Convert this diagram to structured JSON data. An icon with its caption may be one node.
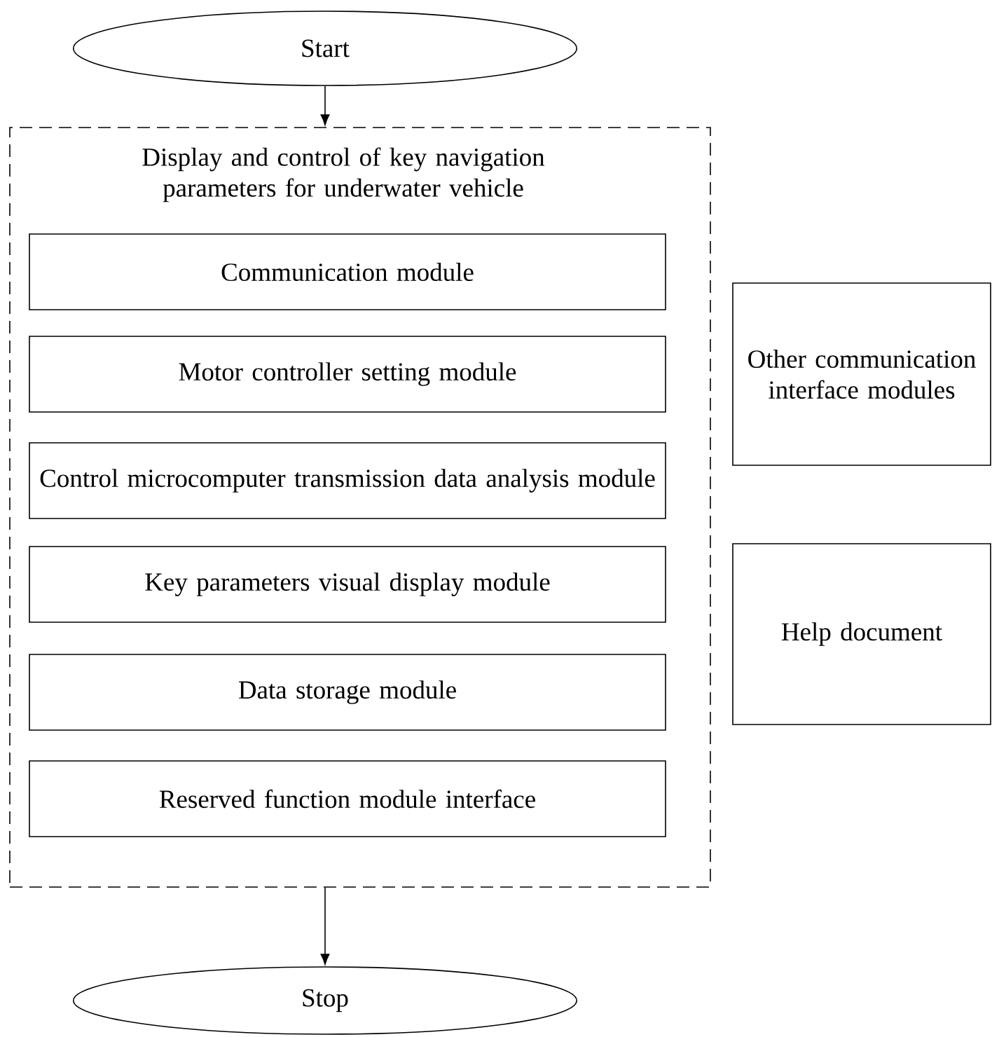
{
  "diagram": {
    "nodes": [
      {
        "text": [
          "Start"
        ]
      },
      {
        "text": [
          "Display and control of key navigation parameters for underwater vehicle"
        ]
      },
      {
        "text": [
          "Communication module"
        ],
        "in": 1
      },
      {
        "text": [
          "Motor controller setting module"
        ],
        "in": 1
      },
      {
        "text": [
          "Control microcomputer transmission data analysis module"
        ],
        "in": 1
      },
      {
        "text": [
          "Key parameters visual display module"
        ],
        "in": 1
      },
      {
        "text": [
          "Data storage module"
        ],
        "in": 1
      },
      {
        "text": [
          "Reserved function module interface"
        ],
        "in": 1
      },
      {
        "text": [
          "Other communication interface modules"
        ]
      },
      {
        "text": [
          "Help document"
        ]
      },
      {
        "text": [
          "Stop"
        ]
      }
    ],
    "edges": [
      {
        "from": 0,
        "to": 1,
        "arrow": "to"
      },
      {
        "from": 1,
        "to": 10,
        "arrow": "to"
      }
    ]
  }
}
